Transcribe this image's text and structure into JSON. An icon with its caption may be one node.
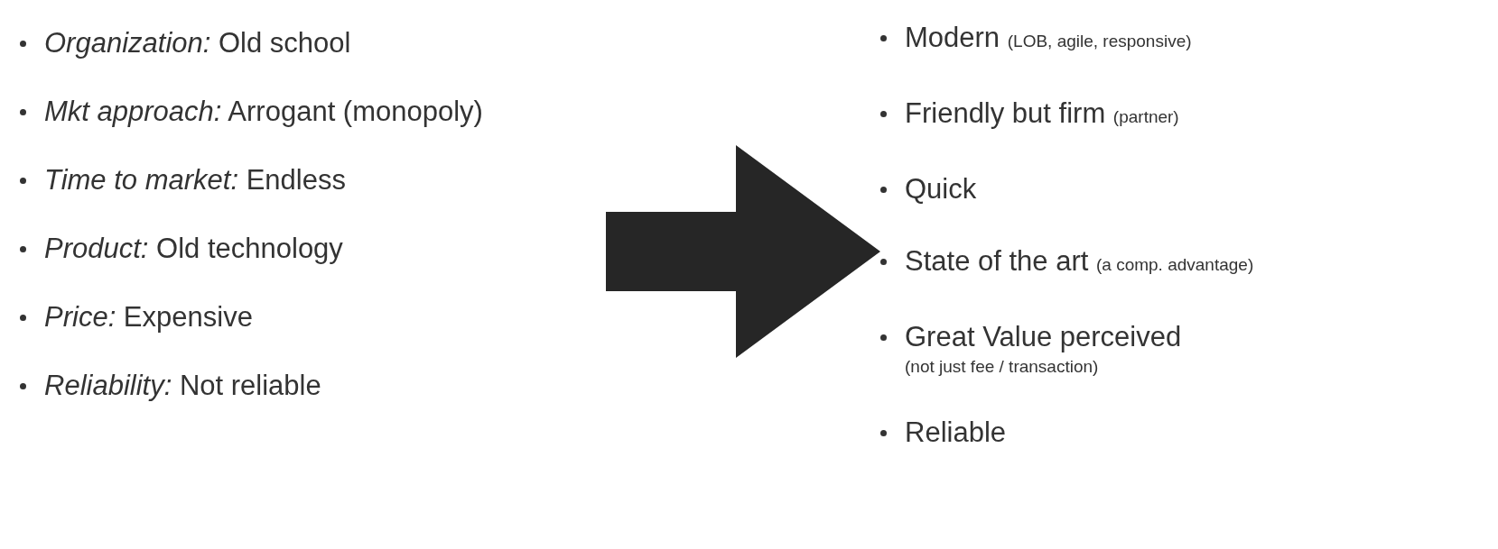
{
  "diagram": {
    "nodes": [
      {
        "text": [
          "*Organization:* Old school",
          "*Mkt approach:* Arrogant (monopoly)",
          "*Time to market:* Endless",
          "*Product:* Old technology",
          "*Price:* Expensive",
          "*Reliability:* Not reliable"
        ]
      },
      {
        "text": [
          "Modern (LOB, agile, responsive)",
          "Friendly but firm (partner)",
          "Quick",
          "State of the art (a comp. advantage)",
          "Great Value perceived (not just fee / transaction)",
          "Reliable"
        ]
      }
    ],
    "edges": [
      {
        "from": 0,
        "to": 1,
        "arrow": "to",
        "style": "thick"
      }
    ]
  }
}
